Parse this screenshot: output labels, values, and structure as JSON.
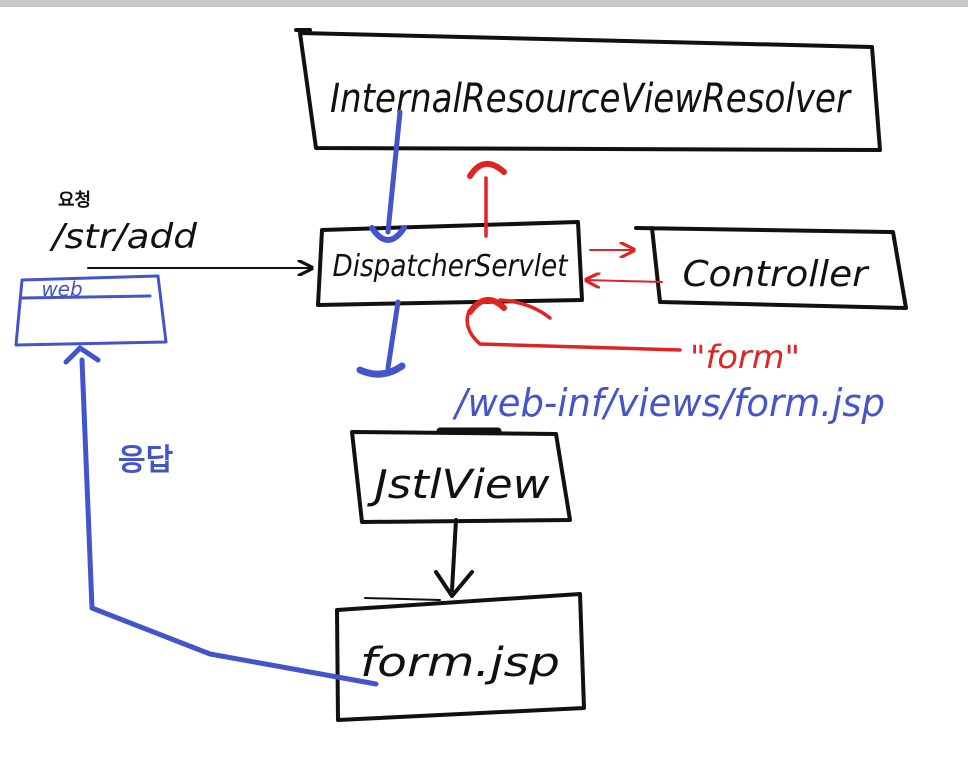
{
  "colors": {
    "background": "#ffffff",
    "black_ink": "#111111",
    "blue_ink": "#4455cc",
    "red_ink": "#e02424",
    "top_strip": "#c8c8c8"
  },
  "nodes": {
    "view_resolver": "InternalResourceViewResolver",
    "dispatcher": "DispatcherServlet",
    "controller": "Controller",
    "jstl_view": "JstlView",
    "form_jsp": "form.jsp",
    "web": "web"
  },
  "labels": {
    "request_korean": "요청",
    "request_path": "/str/add",
    "return_value": "\"form\"",
    "view_path": "/web-inf/views/form.jsp",
    "response_korean": "응답"
  }
}
